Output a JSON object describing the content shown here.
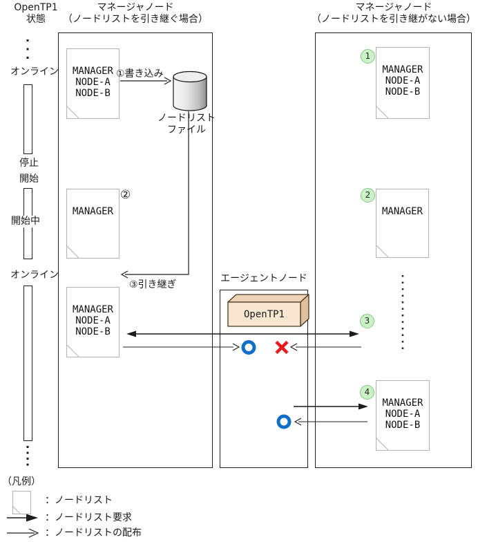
{
  "timeline": {
    "header": [
      "OpenTP1",
      "状態"
    ],
    "labels": [
      "オンライン",
      "停止",
      "開始",
      "開始中",
      "オンライン"
    ]
  },
  "left_manager": {
    "header": [
      "マネージャノード",
      "（ノードリストを引き継ぐ場合）"
    ],
    "docs": {
      "step0": [
        "MANAGER",
        "NODE-A",
        "NODE-B"
      ],
      "step2": [
        "MANAGER"
      ],
      "step3": [
        "MANAGER",
        "NODE-A",
        "NODE-B"
      ]
    },
    "write_arrow_label": "①書き込み",
    "file_label": [
      "ノードリスト",
      "ファイル"
    ],
    "step2_marker": "②",
    "takeover_arrow_label": "③引き継ぎ"
  },
  "agent_node": {
    "label": "エージェントノード",
    "software": "OpenTP1"
  },
  "right_manager": {
    "header": [
      "マネージャノード",
      "（ノードリストを引き継がない場合）"
    ],
    "step_badges": [
      "1",
      "2",
      "3",
      "4"
    ],
    "docs": {
      "step1": [
        "MANAGER",
        "NODE-A",
        "NODE-B"
      ],
      "step2": [
        "MANAGER"
      ],
      "step4": [
        "MANAGER",
        "NODE-A",
        "NODE-B"
      ]
    }
  },
  "legend": {
    "title": "（凡例）",
    "items": [
      "：ノードリスト",
      "：ノードリスト要求",
      "：ノードリストの配布"
    ]
  },
  "colors": {
    "success": "#1070c8",
    "failure": "#e81a1f",
    "step_badge_fill": "#c9f2c6",
    "step_badge_border": "#84c884",
    "opentp1_box_front": "#f7e7d0",
    "opentp1_box_top": "#eed3b4",
    "opentp1_box_side": "#e0c09c",
    "line": "#1c1c1c"
  }
}
